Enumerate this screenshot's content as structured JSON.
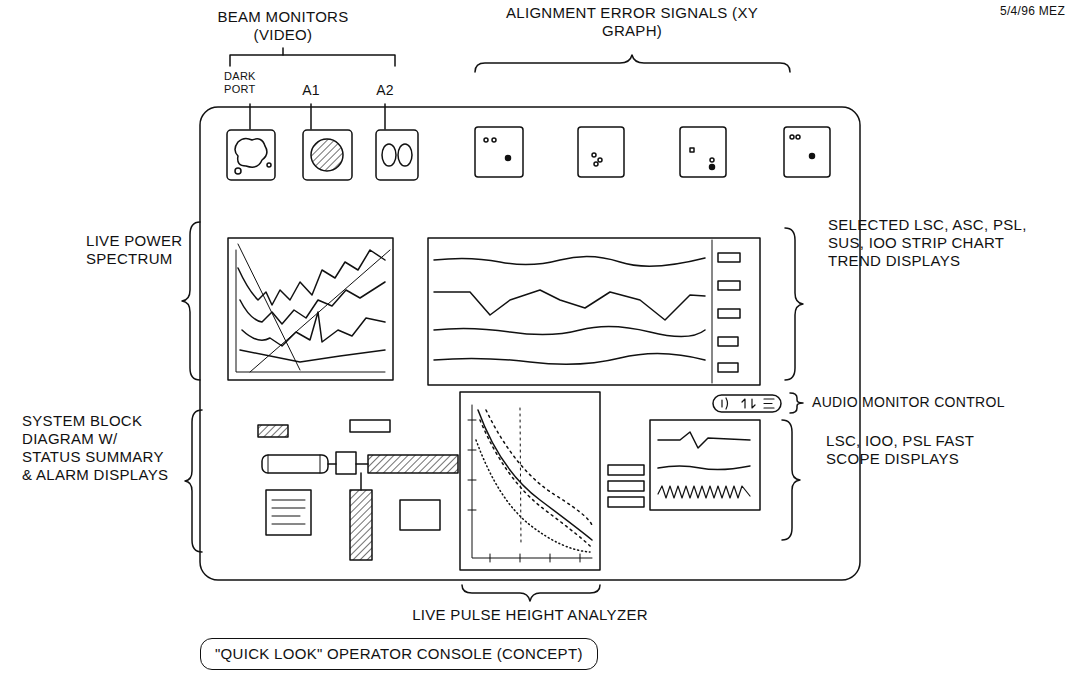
{
  "diagram": {
    "nodes": [
      {
        "text": [
          "\"QUICK LOOK\" OPERATOR CONSOLE (CONCEPT)"
        ]
      }
    ],
    "labels": [
      "5/4/96 MEZ",
      "BEAM MONITORS (VIDEO)",
      "DARK PORT",
      "A1",
      "A2",
      "ALIGNMENT ERROR SIGNALS (XY GRAPH)",
      "LIVE POWER SPECTRUM",
      "SELECTED LSC, ASC, PSL, SUS, IOO STRIP CHART TREND DISPLAYS",
      "AUDIO MONITOR CONTROL",
      "LSC, IOO, PSL FAST SCOPE DISPLAYS",
      "SYSTEM BLOCK DIAGRAM W/ STATUS SUMMARY & ALARM DISPLAYS",
      "LIVE PULSE HEIGHT ANALYZER"
    ]
  }
}
